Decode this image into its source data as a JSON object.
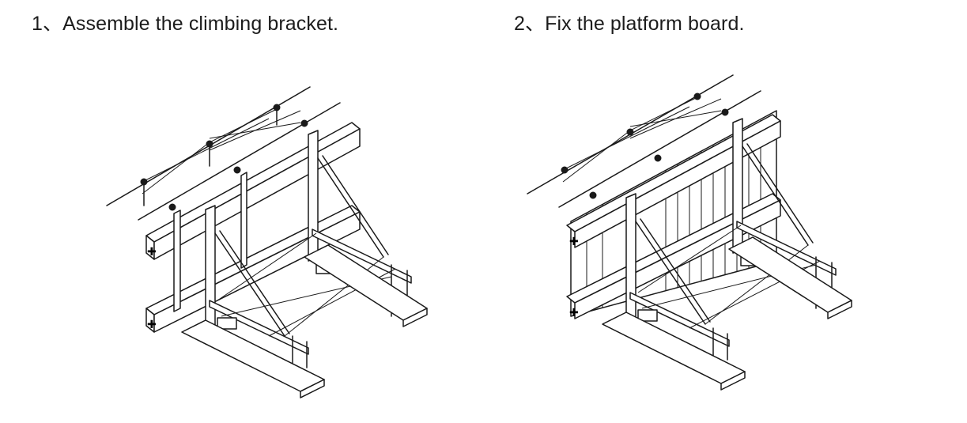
{
  "steps": [
    {
      "number": "1、",
      "caption": "Assemble the climbing bracket."
    },
    {
      "number": "2、",
      "caption": "Fix the platform board."
    }
  ]
}
